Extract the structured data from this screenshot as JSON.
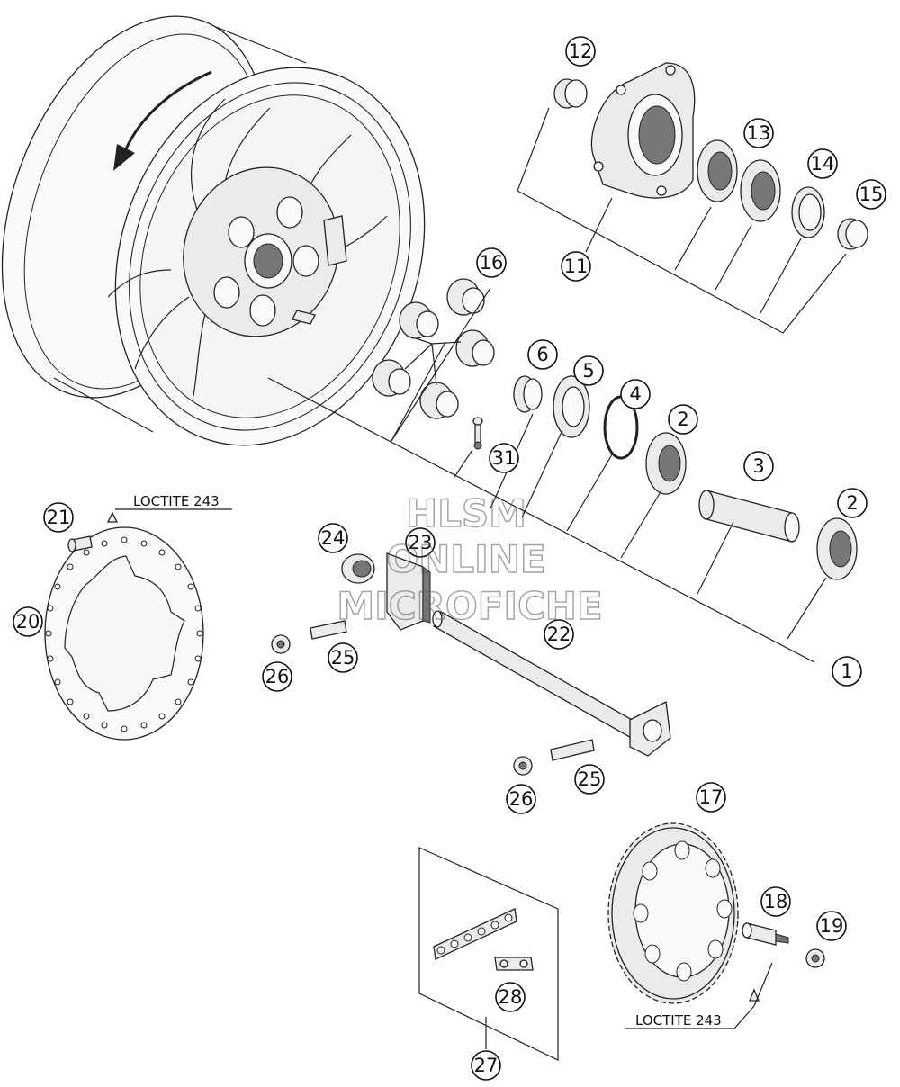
{
  "watermark": {
    "line1": "HLSM",
    "line2": "ONLINE",
    "line3": "MICROFICHE"
  },
  "notes": {
    "loctite_disc": "LOCTITE 243",
    "loctite_sprocket": "LOCTITE 243"
  },
  "callouts": {
    "c1": "1",
    "c2a": "2",
    "c2b": "2",
    "c3": "3",
    "c4": "4",
    "c5": "5",
    "c6": "6",
    "c11": "11",
    "c12": "12",
    "c13": "13",
    "c14": "14",
    "c15": "15",
    "c16": "16",
    "c17": "17",
    "c18": "18",
    "c19": "19",
    "c20": "20",
    "c21": "21",
    "c22": "22",
    "c23": "23",
    "c24": "24",
    "c25a": "25",
    "c25b": "25",
    "c26a": "26",
    "c26b": "26",
    "c27": "27",
    "c28": "28",
    "c31": "31"
  },
  "colors": {
    "line": "#222222",
    "fill": "#ebebeb",
    "watermark": "#555555"
  }
}
